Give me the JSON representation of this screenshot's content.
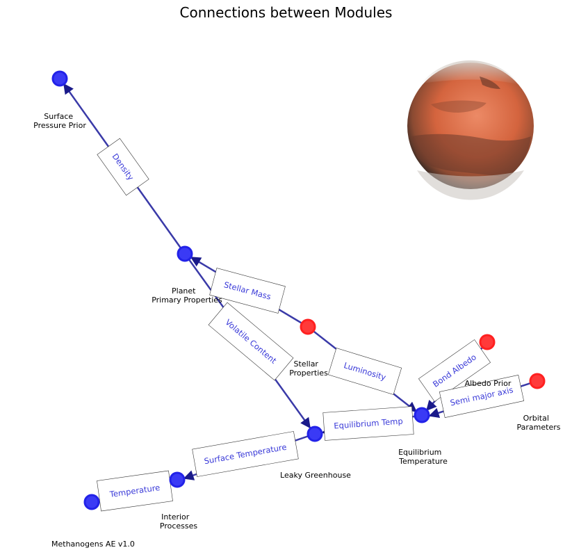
{
  "title": "Connections between Modules",
  "footer": "Methanogens AE v1.0",
  "colors": {
    "edge": "#3a3aa8",
    "edge_text": "#3a3ad8",
    "internal_node": "#3a3af5",
    "input_node": "#ff3a3a",
    "planet_red": "#e06a45"
  },
  "image": {
    "icon": "mars-planet-image"
  },
  "nodes": [
    {
      "id": "surface-pressure-prior",
      "lines": [
        "Surface",
        "Pressure Prior"
      ],
      "kind": "internal"
    },
    {
      "id": "planet-primary-properties",
      "lines": [
        "Planet",
        "Primary Properties"
      ],
      "kind": "internal"
    },
    {
      "id": "stellar-properties",
      "lines": [
        "Stellar",
        "Properties"
      ],
      "kind": "input"
    },
    {
      "id": "albedo-prior",
      "lines": [
        "Albedo Prior"
      ],
      "kind": "input"
    },
    {
      "id": "orbital-parameters",
      "lines": [
        "Orbital",
        "Parameters"
      ],
      "kind": "input"
    },
    {
      "id": "equilibrium-temperature",
      "lines": [
        "Equilibrium",
        "Temperature"
      ],
      "kind": "internal"
    },
    {
      "id": "leaky-greenhouse",
      "lines": [
        "Leaky Greenhouse"
      ],
      "kind": "internal"
    },
    {
      "id": "interior-processes",
      "lines": [
        "Interior",
        "Processes"
      ],
      "kind": "internal"
    },
    {
      "id": "unlabeled-end",
      "lines": [],
      "kind": "internal"
    }
  ],
  "edges": [
    {
      "label": "Density",
      "from": "planet-primary-properties",
      "to": "surface-pressure-prior"
    },
    {
      "label": "Stellar Mass",
      "from": "stellar-properties",
      "to": "planet-primary-properties"
    },
    {
      "label": "Volatile Content",
      "from": "planet-primary-properties",
      "to": "leaky-greenhouse"
    },
    {
      "label": "Luminosity",
      "from": "stellar-properties",
      "to": "equilibrium-temperature"
    },
    {
      "label": "Bond Albedo",
      "from": "albedo-prior",
      "to": "equilibrium-temperature"
    },
    {
      "label": "Semi major axis",
      "from": "orbital-parameters",
      "to": "equilibrium-temperature"
    },
    {
      "label": "Equilibrium Temp",
      "from": "equilibrium-temperature",
      "to": "leaky-greenhouse"
    },
    {
      "label": "Surface Temperature",
      "from": "leaky-greenhouse",
      "to": "interior-processes"
    },
    {
      "label": "Temperature",
      "from": "interior-processes",
      "to": "unlabeled-end"
    }
  ]
}
